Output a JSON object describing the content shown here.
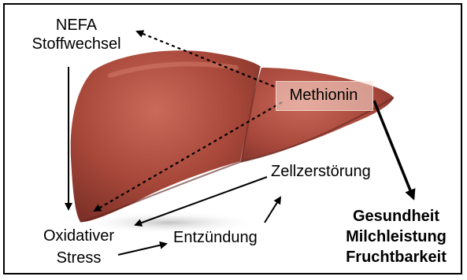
{
  "labels": {
    "nefa_line1": "NEFA",
    "nefa_line2": "Stoffwechsel",
    "methionin": "Methionin",
    "zellzerstoerung": "Zellzerstörung",
    "oxidativer_line1": "Oxidativer",
    "oxidativer_line2": "Stress",
    "entzuendung": "Entzündung",
    "outcomes": [
      "Gesundheit",
      "Milchleistung",
      "Fruchtbarkeit"
    ]
  },
  "colors": {
    "liver_main": "#a8483a",
    "liver_highlight": "#c9685a",
    "liver_shadow": "#6f2a22",
    "arrow": "#000000",
    "methionin_box": "#f6d7cf"
  }
}
